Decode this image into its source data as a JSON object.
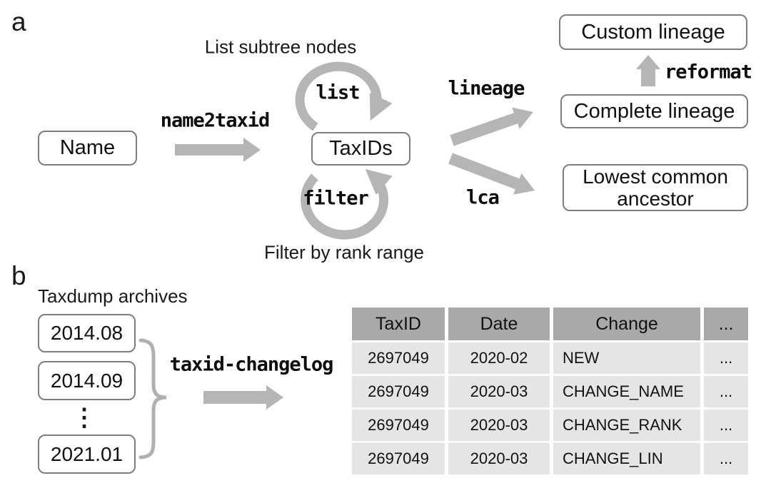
{
  "colors": {
    "arrow_gray": "#b5b5b5",
    "brace_gray": "#b0b0b0",
    "box_border": "#7e7e7e",
    "table_header_bg": "#a9a9a9",
    "table_row_bg": "#e5e5e5",
    "text": "#111111"
  },
  "panel_a": {
    "label": "a",
    "boxes": {
      "name": "Name",
      "taxids": "TaxIDs",
      "custom_lineage": "Custom lineage",
      "complete_lineage": "Complete lineage",
      "lca_line1": "Lowest common",
      "lca_line2": "ancestor"
    },
    "commands": {
      "name2taxid": "name2taxid",
      "list": "list",
      "filter": "filter",
      "lineage": "lineage",
      "lca": "lca",
      "reformat": "reformat"
    },
    "captions": {
      "list_loop": "List subtree nodes",
      "filter_loop": "Filter by rank range"
    }
  },
  "panel_b": {
    "label": "b",
    "caption": "Taxdump archives",
    "archives": [
      "2014.08",
      "2014.09",
      "2021.01"
    ],
    "ellipsis": "⋮",
    "command": "taxid-changelog",
    "table": {
      "headers": [
        "TaxID",
        "Date",
        "Change",
        "..."
      ],
      "rows": [
        [
          "2697049",
          "2020-02",
          "NEW",
          "..."
        ],
        [
          "2697049",
          "2020-03",
          "CHANGE_NAME",
          "..."
        ],
        [
          "2697049",
          "2020-03",
          "CHANGE_RANK",
          "..."
        ],
        [
          "2697049",
          "2020-03",
          "CHANGE_LIN",
          "..."
        ]
      ]
    }
  }
}
